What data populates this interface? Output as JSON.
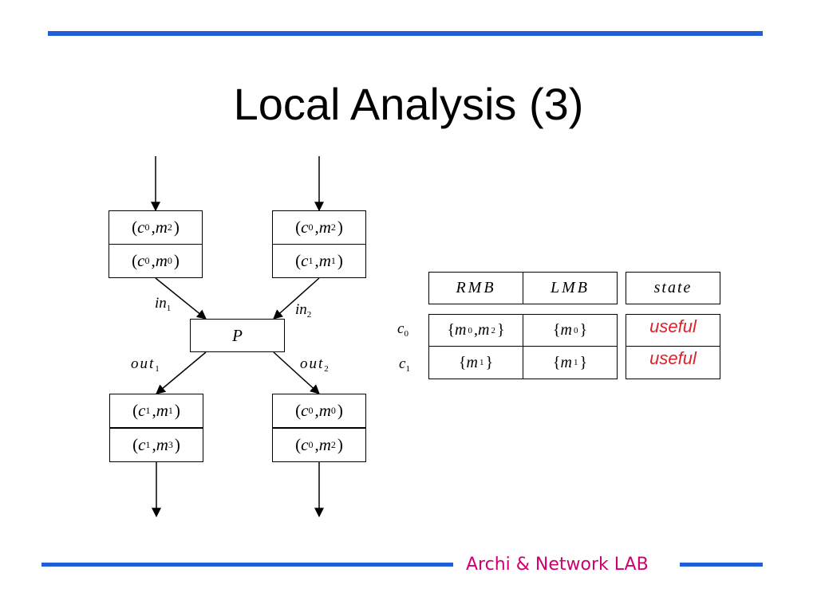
{
  "title": "Local Analysis (3)",
  "footer": "Archi & Network LAB",
  "colors": {
    "accent_bar": "#1f5fd6",
    "footer_text": "#d0006f",
    "state_text": "#e0202a"
  },
  "diagram": {
    "left_top": [
      {
        "c": "c",
        "cs": "0",
        "m": "m",
        "ms": "2"
      },
      {
        "c": "c",
        "cs": "0",
        "m": "m",
        "ms": "0"
      }
    ],
    "right_top": [
      {
        "c": "c",
        "cs": "0",
        "m": "m",
        "ms": "2"
      },
      {
        "c": "c",
        "cs": "1",
        "m": "m",
        "ms": "1"
      }
    ],
    "left_bottom": [
      {
        "c": "c",
        "cs": "1",
        "m": "m",
        "ms": "1"
      },
      {
        "c": "c",
        "cs": "1",
        "m": "m",
        "ms": "3"
      }
    ],
    "right_bottom": [
      {
        "c": "c",
        "cs": "0",
        "m": "m",
        "ms": "0"
      },
      {
        "c": "c",
        "cs": "0",
        "m": "m",
        "ms": "2"
      }
    ],
    "process": "P",
    "in1": {
      "t": "in",
      "s": "1"
    },
    "in2": {
      "t": "in",
      "s": "2"
    },
    "out1": {
      "t": "out",
      "s": "1"
    },
    "out2": {
      "t": "out",
      "s": "2"
    }
  },
  "table": {
    "headers": {
      "rmb": "RMB",
      "lmb": "LMB",
      "state": "state"
    },
    "rows": [
      {
        "label": {
          "t": "c",
          "s": "0"
        },
        "rmb": [
          {
            "m": "m",
            "s": "0"
          },
          {
            "m": "m",
            "s": "2"
          }
        ],
        "lmb": [
          {
            "m": "m",
            "s": "0"
          }
        ],
        "state": "useful"
      },
      {
        "label": {
          "t": "c",
          "s": "1"
        },
        "rmb": [
          {
            "m": "m",
            "s": "1"
          }
        ],
        "lmb": [
          {
            "m": "m",
            "s": "1"
          }
        ],
        "state": "useful"
      }
    ]
  }
}
